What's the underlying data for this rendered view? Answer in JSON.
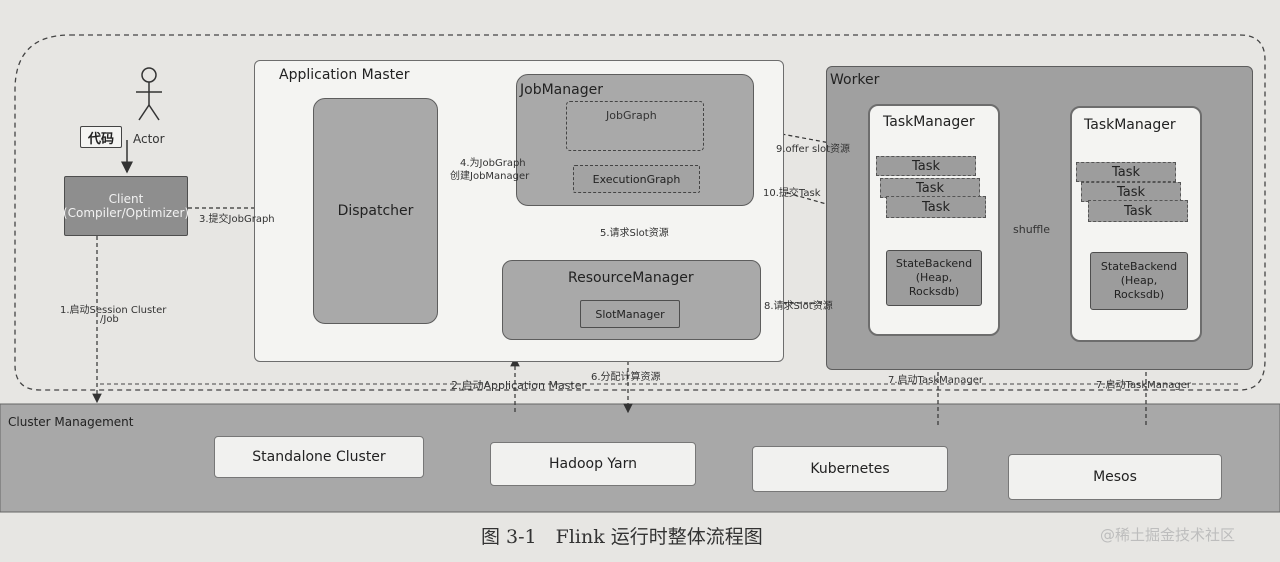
{
  "actor_label": "Actor",
  "code_label": "代码",
  "client": {
    "line1": "Client",
    "line2": "(Compiler/Optimizer)"
  },
  "application_master": {
    "title": "Application Master",
    "dispatcher": "Dispatcher",
    "jobmanager": {
      "title": "JobManager",
      "jobgraph": "JobGraph",
      "executiongraph": "ExecutionGraph"
    },
    "resourcemanager": {
      "title": "ResourceManager",
      "slotmanager": "SlotManager"
    }
  },
  "worker": {
    "title": "Worker",
    "taskmanagers": [
      {
        "title": "TaskManager",
        "tasks": [
          "Task",
          "Task",
          "Task"
        ],
        "statebackend": [
          "StateBackend",
          "(Heap,",
          "Rocksdb)"
        ]
      },
      {
        "title": "TaskManager",
        "tasks": [
          "Task",
          "Task",
          "Task"
        ],
        "statebackend": [
          "StateBackend",
          "(Heap,",
          "Rocksdb)"
        ]
      }
    ],
    "shuffle": "shuffle"
  },
  "steps": {
    "s1a": "1.启动Session Cluster",
    "s1b": "/Job",
    "s2": "2.启动Application Master",
    "s3": "3.提交JobGraph",
    "s4a": "4.为JobGraph",
    "s4b": "创建JobManager",
    "s5": "5.请求Slot资源",
    "s6": "6.分配计算资源",
    "s7a": "7.启动TaskManager",
    "s7b": "7.启动TaskManager",
    "s8": "8.请求Slot资源",
    "s9": "9.offer slot资源",
    "s10": "10.提交Task"
  },
  "cluster_management": {
    "title": "Cluster Management",
    "items": [
      "Standalone Cluster",
      "Hadoop Yarn",
      "Kubernetes",
      "Mesos"
    ]
  },
  "caption": "图 3-1　Flink 运行时整体流程图",
  "watermark": "@稀土掘金技术社区"
}
